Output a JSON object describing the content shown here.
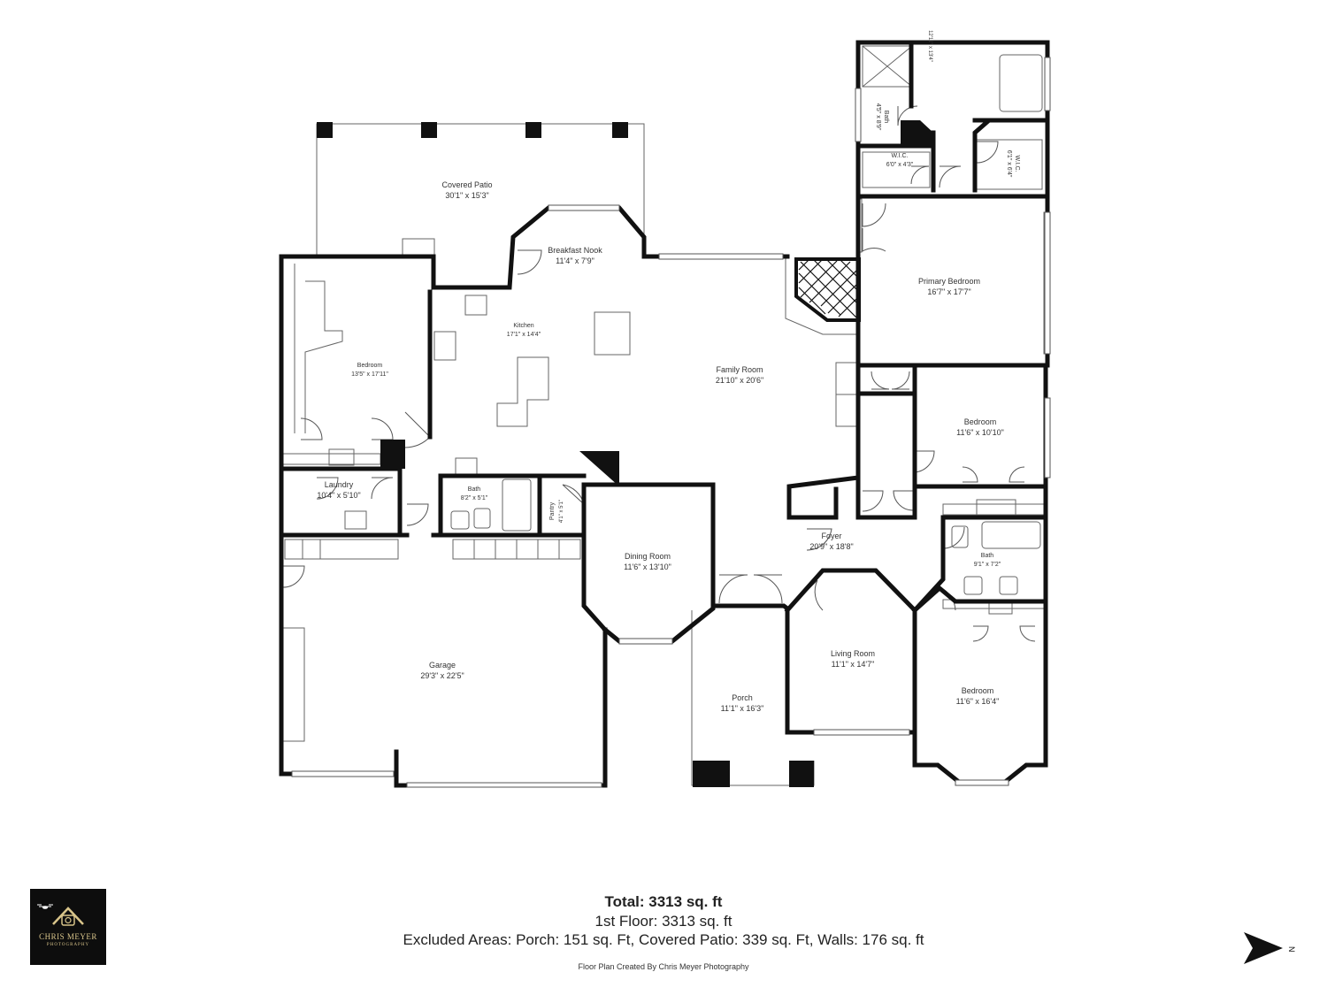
{
  "rooms": {
    "covered_patio": {
      "name": "Covered Patio",
      "dim": "30'1\" x 15'3\""
    },
    "breakfast_nook": {
      "name": "Breakfast Nook",
      "dim": "11'4\" x 7'9\""
    },
    "kitchen": {
      "name": "Kitchen",
      "dim": "17'1\" x 14'4\""
    },
    "bedroom_west": {
      "name": "Bedroom",
      "dim": "13'5\" x 17'11\""
    },
    "family_room": {
      "name": "Family Room",
      "dim": "21'10\" x 20'6\""
    },
    "primary_bedroom": {
      "name": "Primary Bedroom",
      "dim": "16'7\" x 17'7\""
    },
    "bath_primary": {
      "name": "Bath",
      "dim": "4'5\" x 8'9\""
    },
    "shower_dim": {
      "dim": "12'11\" x 13'4\""
    },
    "wic_1": {
      "name": "W.I.C.",
      "dim": "6'0\" x 4'3\""
    },
    "wic_2": {
      "name": "W.I.C.",
      "dim": "6'1\" x 6'4\""
    },
    "bedroom_east": {
      "name": "Bedroom",
      "dim": "11'6\" x 10'10\""
    },
    "laundry": {
      "name": "Laundry",
      "dim": "10'4\" x 5'10\""
    },
    "bath_hall": {
      "name": "Bath",
      "dim": "8'2\" x 5'1\""
    },
    "pantry": {
      "name": "Pantry",
      "dim": "4'1\" x 5'1\""
    },
    "dining_room": {
      "name": "Dining Room",
      "dim": "11'6\" x 13'10\""
    },
    "foyer": {
      "name": "Foyer",
      "dim": "20'9\" x 18'8\""
    },
    "bath_east": {
      "name": "Bath",
      "dim": "9'1\" x 7'2\""
    },
    "garage": {
      "name": "Garage",
      "dim": "29'3\" x 22'5\""
    },
    "porch": {
      "name": "Porch",
      "dim": "11'1\" x 16'3\""
    },
    "living_room": {
      "name": "Living Room",
      "dim": "11'1\" x 14'7\""
    },
    "bedroom_se": {
      "name": "Bedroom",
      "dim": "11'6\" x 16'4\""
    }
  },
  "summary": {
    "total": "Total: 3313 sq. ft",
    "floor1": "1st Floor: 3313 sq. ft",
    "excluded": "Excluded Areas: Porch: 151 sq. Ft, Covered Patio: 339 sq. Ft, Walls: 176 sq. ft",
    "credit": "Floor Plan Created By Chris Meyer Photography"
  },
  "logo": {
    "line1": "CHRIS MEYER",
    "line2": "PHOTOGRAPHY"
  },
  "compass": {
    "label": "N"
  },
  "colors": {
    "wall": "#111111",
    "thin": "#666666",
    "logo_bg": "#0d0d0d",
    "logo_gold": "#d8c48a"
  }
}
